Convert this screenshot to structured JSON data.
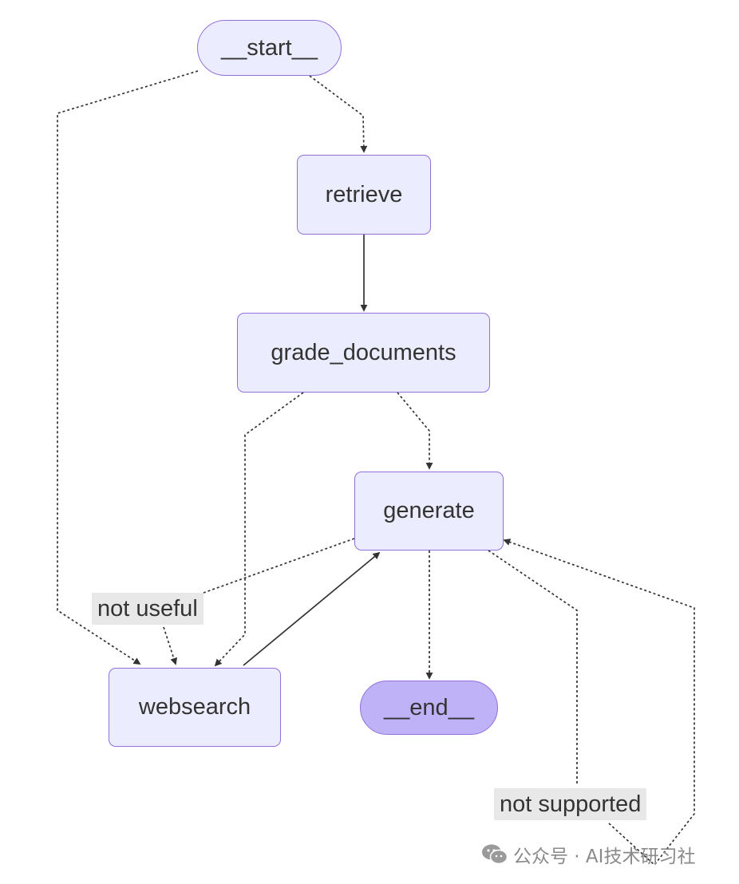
{
  "nodes": {
    "start": "__start__",
    "retrieve": "retrieve",
    "grade_documents": "grade_documents",
    "generate": "generate",
    "websearch": "websearch",
    "end": "__end__"
  },
  "edge_labels": {
    "not_useful": "not useful",
    "not_supported": "not supported"
  },
  "watermark": {
    "text": "公众号 · AI技术研习社",
    "icon": "wechat-icon"
  },
  "colors": {
    "node_fill": "#ECECFF",
    "node_border": "#9370DB",
    "end_fill": "#BFB2F7",
    "edge": "#333333",
    "label_bg": "#E8E8E8"
  }
}
